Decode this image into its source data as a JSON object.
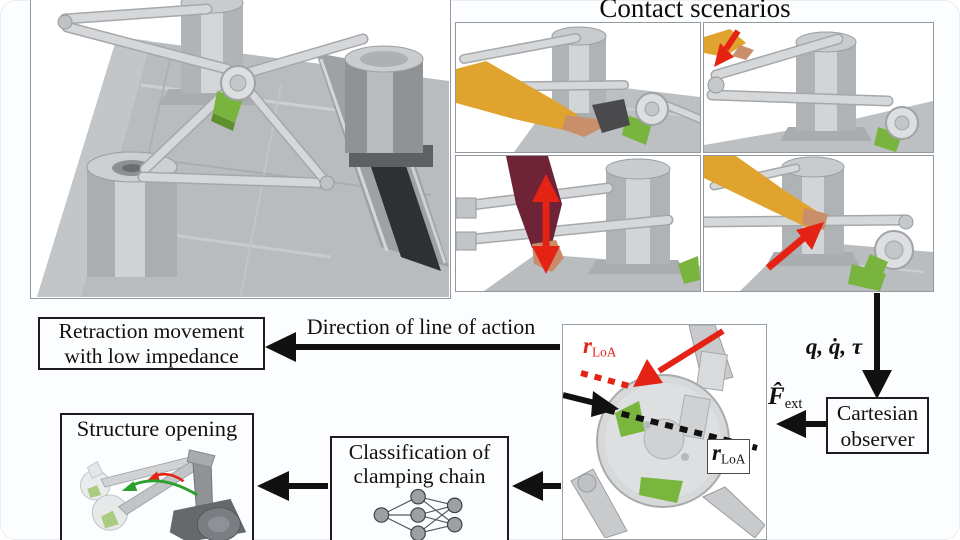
{
  "figure": {
    "contact_panel": {
      "title": "Contact scenarios",
      "photos": [
        {
          "name": "contact-at-end-effector"
        },
        {
          "name": "contact-at-distal-link"
        },
        {
          "name": "clamping-between-links"
        },
        {
          "name": "push-on-link"
        }
      ]
    },
    "flow": {
      "retraction_box": {
        "line1": "Retraction movement",
        "line2": "with low impedance"
      },
      "direction_label": "Direction of line of action",
      "structure_box": {
        "title": "Structure opening"
      },
      "classification_box": {
        "line1": "Classification of",
        "line2": "clamping chain"
      },
      "cartesian_box": {
        "line1": "Cartesian",
        "line2": "observer"
      },
      "joint_signals_label": "q, q̇, τ",
      "force_label": {
        "base": "F̂",
        "sub": "ext"
      },
      "r_loa_red": {
        "base": "r",
        "sub": "LoA"
      },
      "r_loa_black": {
        "base": "r",
        "sub": "LoA"
      }
    },
    "colors": {
      "background": "#fcfdfe",
      "box_border": "#1d1d1f",
      "arrow_black": "#111111",
      "accent_red": "#e42315",
      "robot_green": "#7ab53e",
      "sweater_yellow": "#e0a32e",
      "sweater_maroon": "#6e2436",
      "metal_light": "#d6d8da",
      "metal_mid": "#b6babd",
      "nn_node": "#9aa0a4"
    }
  }
}
